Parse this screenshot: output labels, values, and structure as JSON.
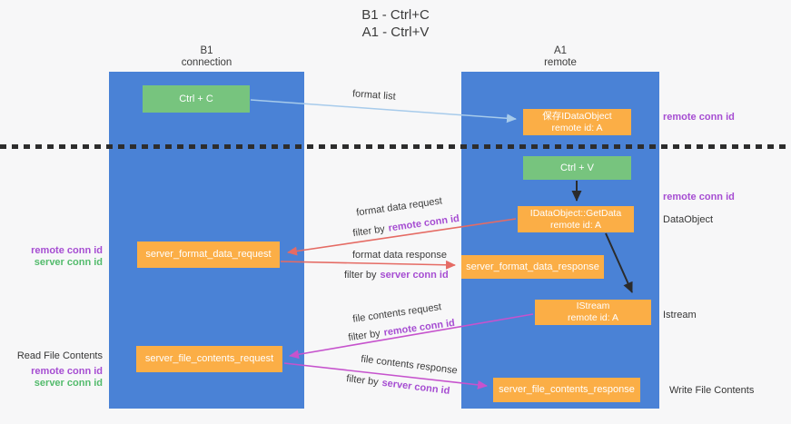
{
  "title": {
    "line1": "B1 - Ctrl+C",
    "line2": "A1 - Ctrl+V"
  },
  "columns": {
    "left": {
      "name": "B1",
      "role": "connection"
    },
    "right": {
      "name": "A1",
      "role": "remote"
    }
  },
  "boxes": {
    "ctrl_c": "Ctrl + C",
    "ctrl_v": "Ctrl + V",
    "save_dataobject": {
      "line1": "保存IDataObject",
      "line2": "remote id: A"
    },
    "getdata": {
      "line1": "IDataObject::GetData",
      "line2": "remote id: A"
    },
    "istream": {
      "line1": "IStream",
      "line2": "remote id: A"
    },
    "format_request": "server_format_data_request",
    "format_response": "server_format_data_response",
    "file_request": "server_file_contents_request",
    "file_response": "server_file_contents_response"
  },
  "left_labels": {
    "remote_conn_id_1": "remote conn id",
    "server_conn_id_1": "server conn id",
    "read_file": "Read File Contents",
    "remote_conn_id_2": "remote conn id",
    "server_conn_id_2": "server conn id"
  },
  "right_labels": {
    "remote_conn_id_1": "remote conn id",
    "remote_conn_id_2": "remote conn id",
    "dataobject": "DataObject",
    "istream": "Istream",
    "write_file": "Write File Contents"
  },
  "arrow_labels": {
    "format_list": "format list",
    "format_data_request": "format data request",
    "format_data_response": "format data response",
    "file_contents_request": "file contents request",
    "file_contents_response": "file contents response",
    "filter_by": "filter by",
    "remote_conn_id": "remote conn id",
    "server_conn_id": "server conn id"
  },
  "colors": {
    "bg": "#f7f7f8",
    "blue": "#4a82d6",
    "green-box": "#77c47e",
    "orange": "#fbae46",
    "purple": "#a64dd2",
    "green-text": "#53bb6c",
    "red": "#e56b64",
    "magenta": "#c653cd",
    "lightblue": "#a7cbeb"
  }
}
